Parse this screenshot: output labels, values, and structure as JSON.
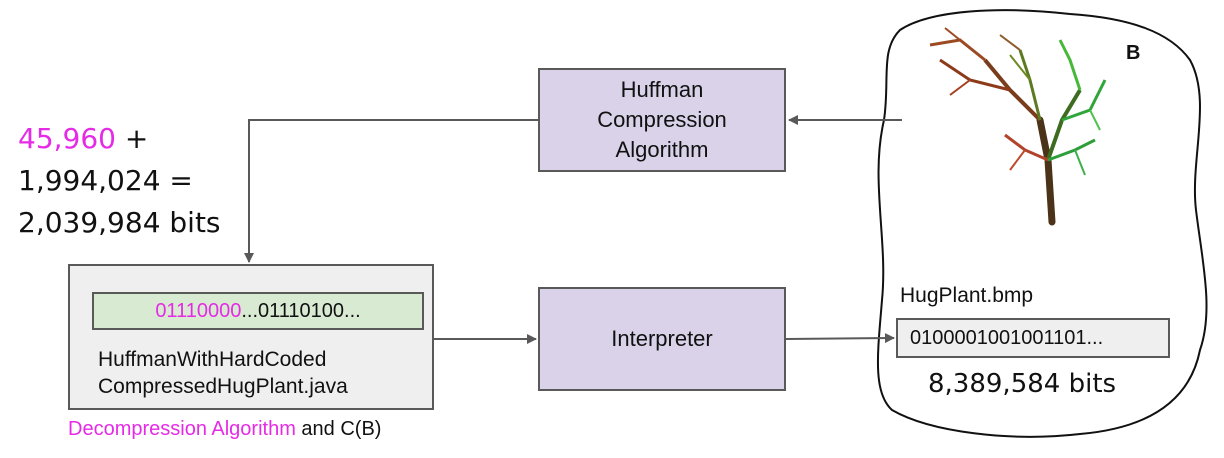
{
  "sum": {
    "term1": "45,960",
    "plus": " +",
    "term2": "1,994,024 =",
    "total": "2,039,984 bits"
  },
  "huffman_box": {
    "line1": "Huffman",
    "line2": "Compression",
    "line3": "Algorithm"
  },
  "interpreter_box": {
    "label": "Interpreter"
  },
  "java_program": {
    "bits_prefix": "01110000",
    "bits_rest": "...01110100...",
    "filename_line1": "HuffmanWithHardCoded",
    "filename_line2": "CompressedHugPlant.java"
  },
  "caption": {
    "highlight": "Decompression Algorithm",
    "rest": " and C(B)"
  },
  "bitmap": {
    "label": "B",
    "filename": "HugPlant.bmp",
    "bits": "0100001001001101...",
    "size": "8,389,584 bits"
  },
  "colors": {
    "highlight": "#e62be6",
    "process_fill": "#d9d2e9",
    "bits_fill": "#d9ead3",
    "program_fill": "#efefef",
    "stroke": "#595959"
  }
}
